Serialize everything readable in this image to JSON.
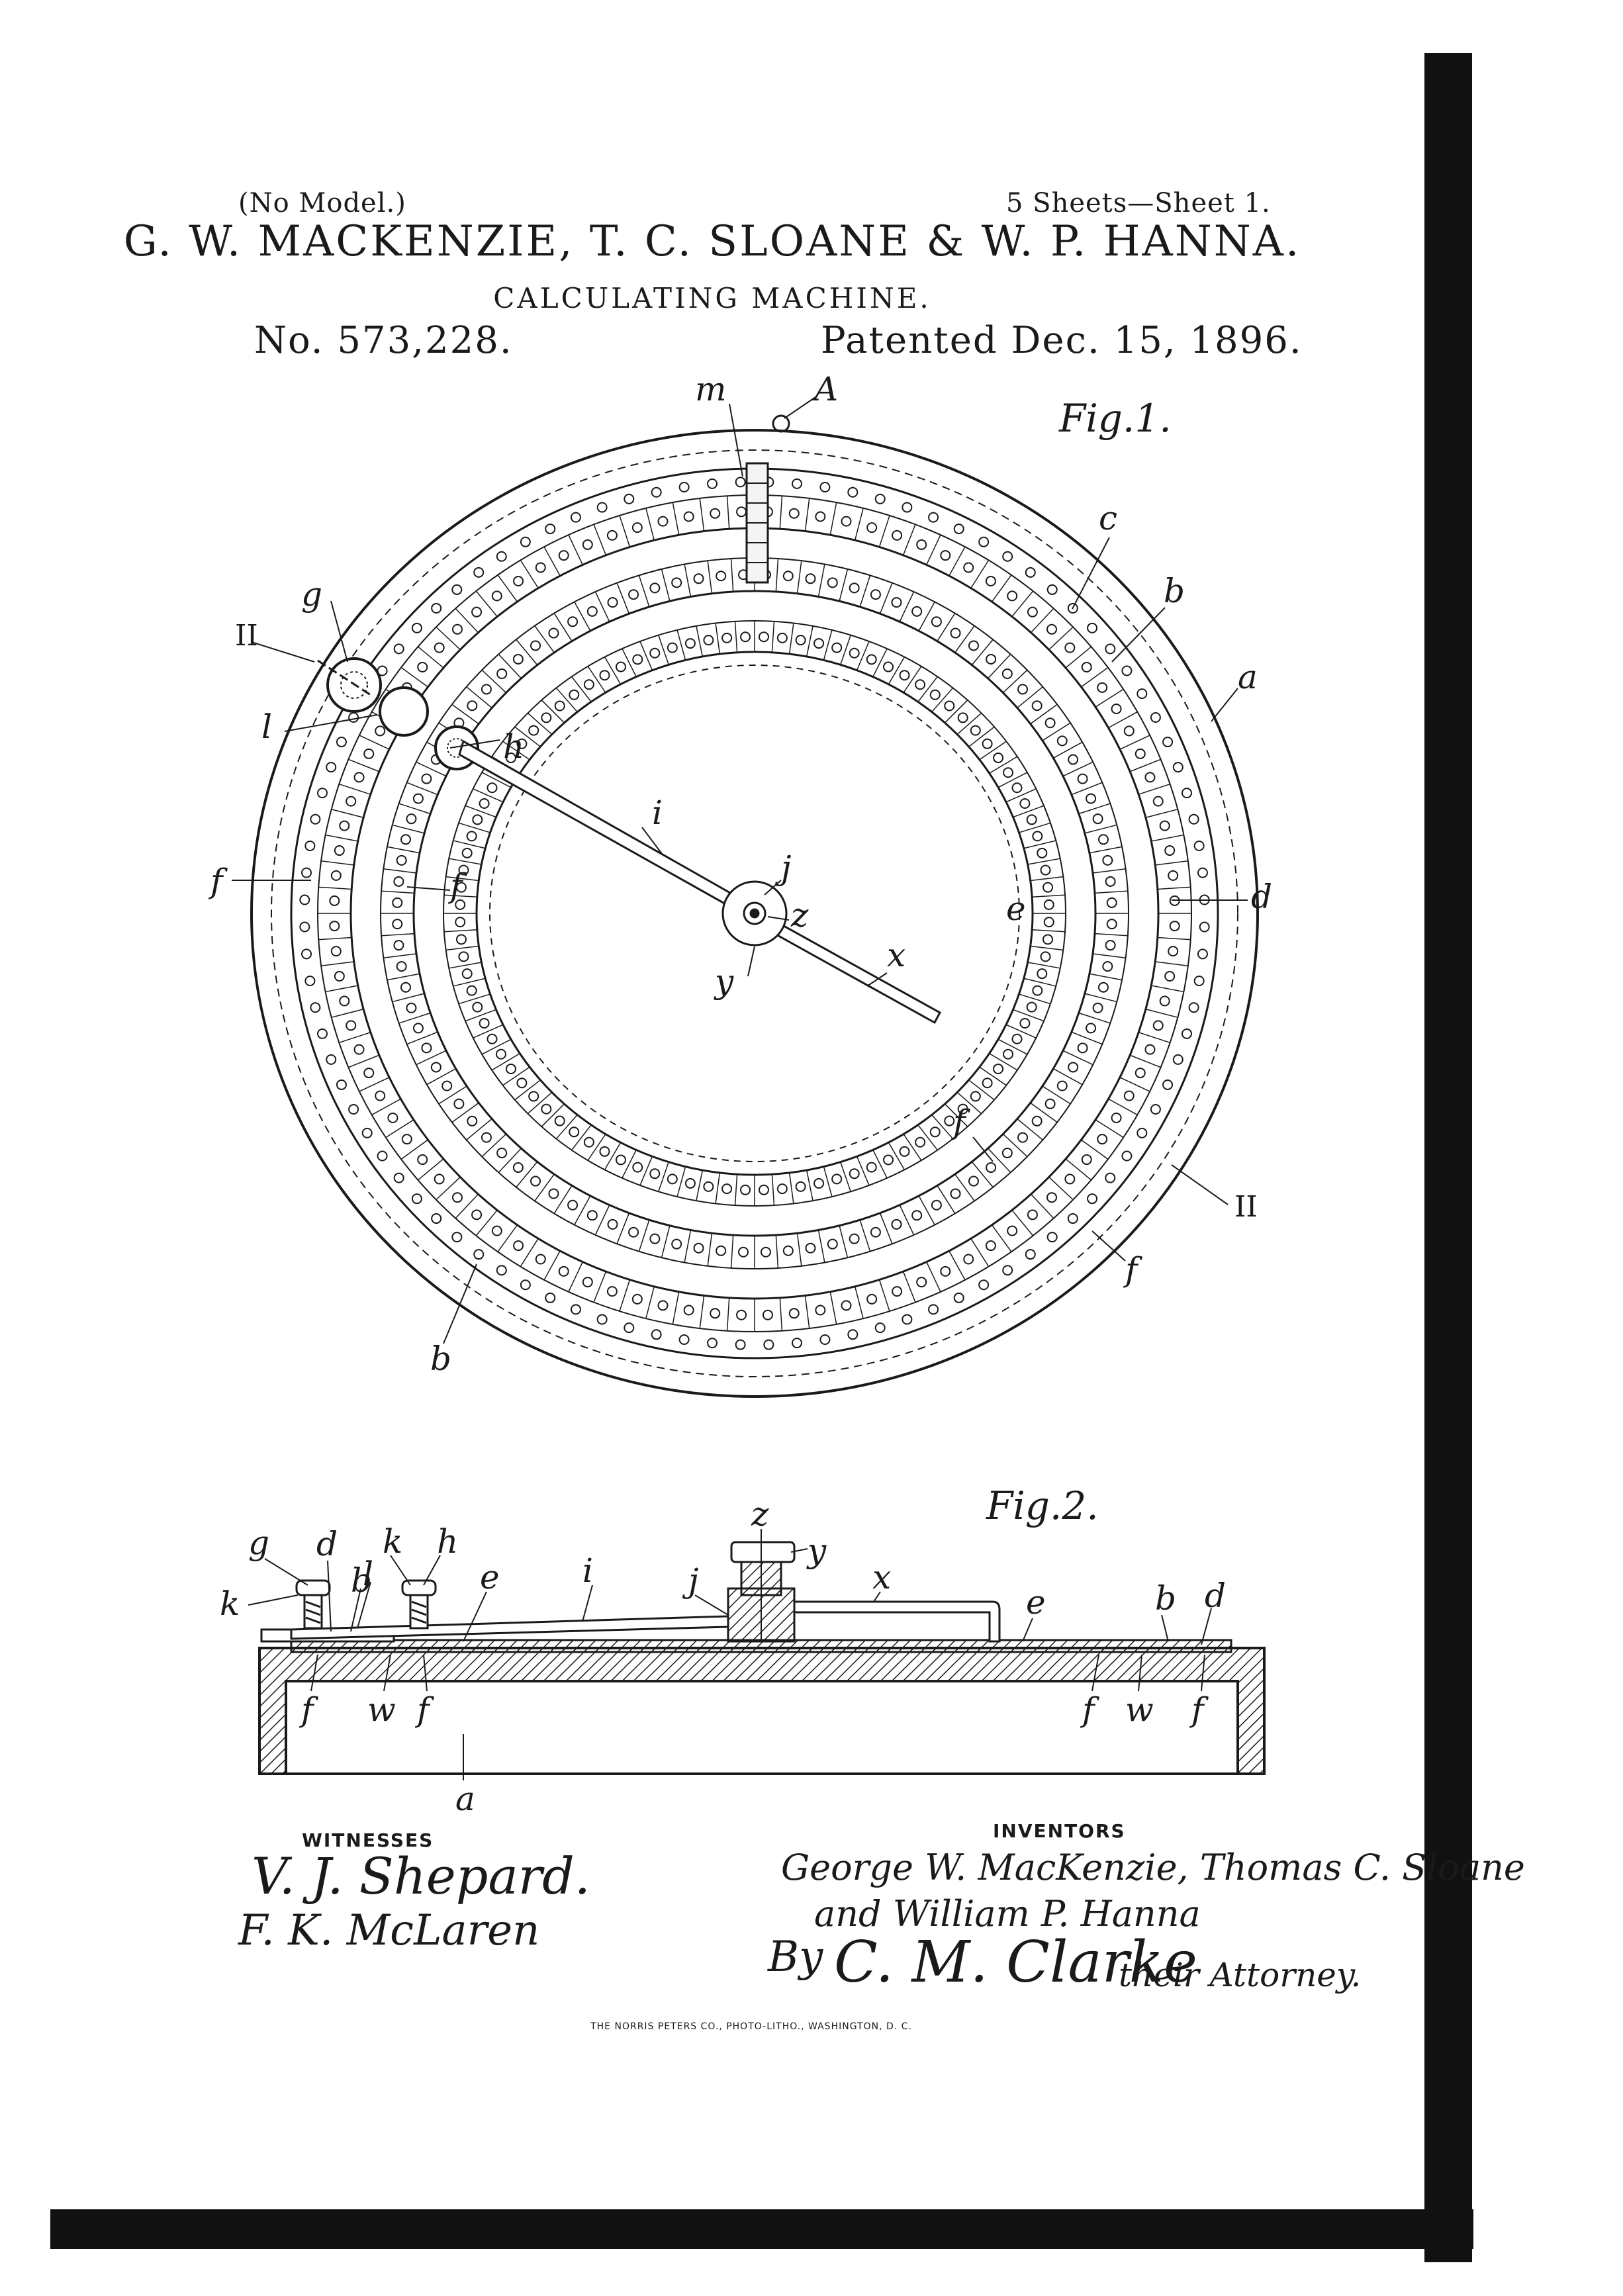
{
  "header": {
    "model": "(No Model.)",
    "sheets": "5 Sheets—Sheet 1.",
    "inventors": "G. W. MACKENZIE, T. C. SLOANE & W. P. HANNA.",
    "title": "CALCULATING MACHINE.",
    "patent_no": "No. 573,228.",
    "patent_date": "Patented Dec. 15, 1896."
  },
  "fig1": {
    "caption": "Fig.1.",
    "labels": {
      "m": "m",
      "A": "A",
      "c": "c",
      "b_top": "b",
      "a": "a",
      "g": "g",
      "II_left": "II",
      "l": "l",
      "h": "h",
      "i": "i",
      "f_left": "f",
      "f_inner_left": "f",
      "j": "j",
      "z": "z",
      "e": "e",
      "d": "d",
      "y": "y",
      "x": "x",
      "f_lower": "f",
      "II_right": "II",
      "f_right": "f",
      "b_bottom": "b"
    }
  },
  "fig2": {
    "caption": "Fig.2.",
    "labels": {
      "g": "g",
      "d_left": "d",
      "k_top": "k",
      "h": "h",
      "z": "z",
      "y": "y",
      "k_side": "k",
      "l": "l",
      "b_left": "b",
      "e_left": "e",
      "i": "i",
      "j": "j",
      "x": "x",
      "e_right": "e",
      "b_right": "b",
      "d_right": "d",
      "f1": "f",
      "w1": "w",
      "f2": "f",
      "f3": "f",
      "w2": "w",
      "f4": "f",
      "a": "a"
    }
  },
  "footer": {
    "witnesses_heading": "WITNESSES",
    "witness1": "V. J. Shepard.",
    "witness2": "F. K. McLaren",
    "inventors_heading": "INVENTORS",
    "inventor_line1": "George W. MacKenzie, Thomas C. Sloane",
    "inventor_line2": "and William P. Hanna",
    "by": "By",
    "attorney": "C. M. Clarke",
    "attorney_role": "their Attorney.",
    "printer": "THE NORRIS PETERS CO., PHOTO-LITHO., WASHINGTON, D. C."
  }
}
